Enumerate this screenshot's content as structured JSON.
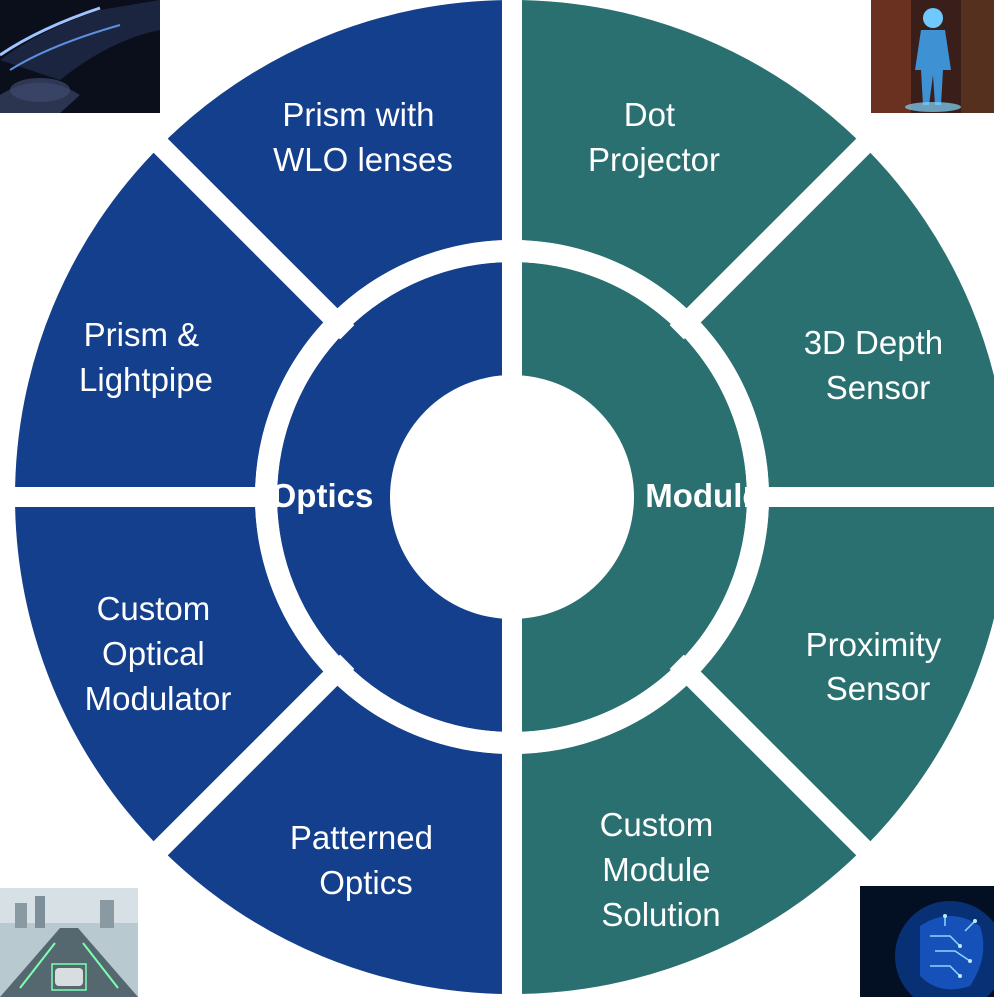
{
  "colors": {
    "optics": "#143f8c",
    "module": "#2a7070",
    "background": "#ffffff"
  },
  "hub": {
    "optics_label": "Optics",
    "module_label": "Module"
  },
  "segments": {
    "prism_wlo": [
      "Prism with",
      "WLO lenses"
    ],
    "prism_lightpipe": [
      "Prism &",
      "Lightpipe"
    ],
    "custom_optical_modulator": [
      "Custom",
      "Optical",
      "Modulator"
    ],
    "patterned_optics": [
      "Patterned",
      "Optics"
    ],
    "dot_projector": [
      "Dot",
      "Projector"
    ],
    "depth_sensor": [
      "3D Depth",
      "Sensor"
    ],
    "proximity_sensor": [
      "Proximity",
      "Sensor"
    ],
    "custom_module_solution": [
      "Custom",
      "Module",
      "Solution"
    ]
  },
  "images": {
    "top_left": "car-interior-lighting-photo",
    "top_right": "hologram-person-photo",
    "bottom_left": "autonomous-traffic-photo",
    "bottom_right": "circuit-brain-photo"
  }
}
